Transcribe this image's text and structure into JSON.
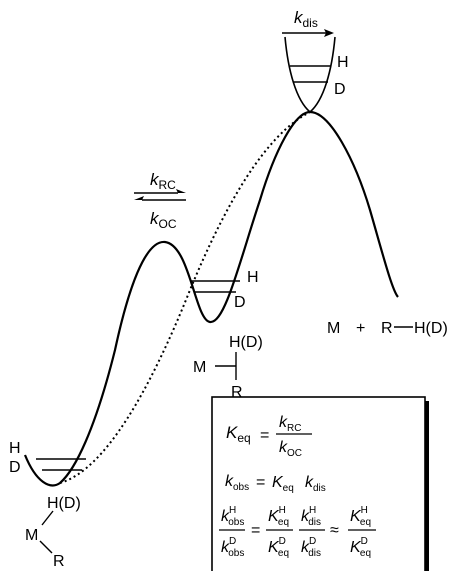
{
  "rates": {
    "k_dis": {
      "base": "k",
      "sub": "dis"
    },
    "k_RC": {
      "base": "k",
      "sub": "RC"
    },
    "k_OC": {
      "base": "k",
      "sub": "OC"
    }
  },
  "wells": {
    "left_H": "H",
    "left_D": "D",
    "mid_H": "H",
    "mid_D": "D",
    "ts_H": "H",
    "ts_D": "D"
  },
  "species": {
    "start_top": "H(D)",
    "start_metal": "M",
    "start_R": "R",
    "sigma_top": "H(D)",
    "sigma_metal": "M",
    "sigma_R": "R",
    "product_M": "M",
    "product_plus": "+",
    "product_R": "R",
    "product_HD": "H(D)"
  },
  "equations": {
    "K": "K",
    "eq": "eq",
    "equals": "=",
    "k": "k",
    "RC": "RC",
    "OC": "OC",
    "obs": "obs",
    "dis": "dis",
    "H": "H",
    "D": "D",
    "approx": "≈"
  }
}
